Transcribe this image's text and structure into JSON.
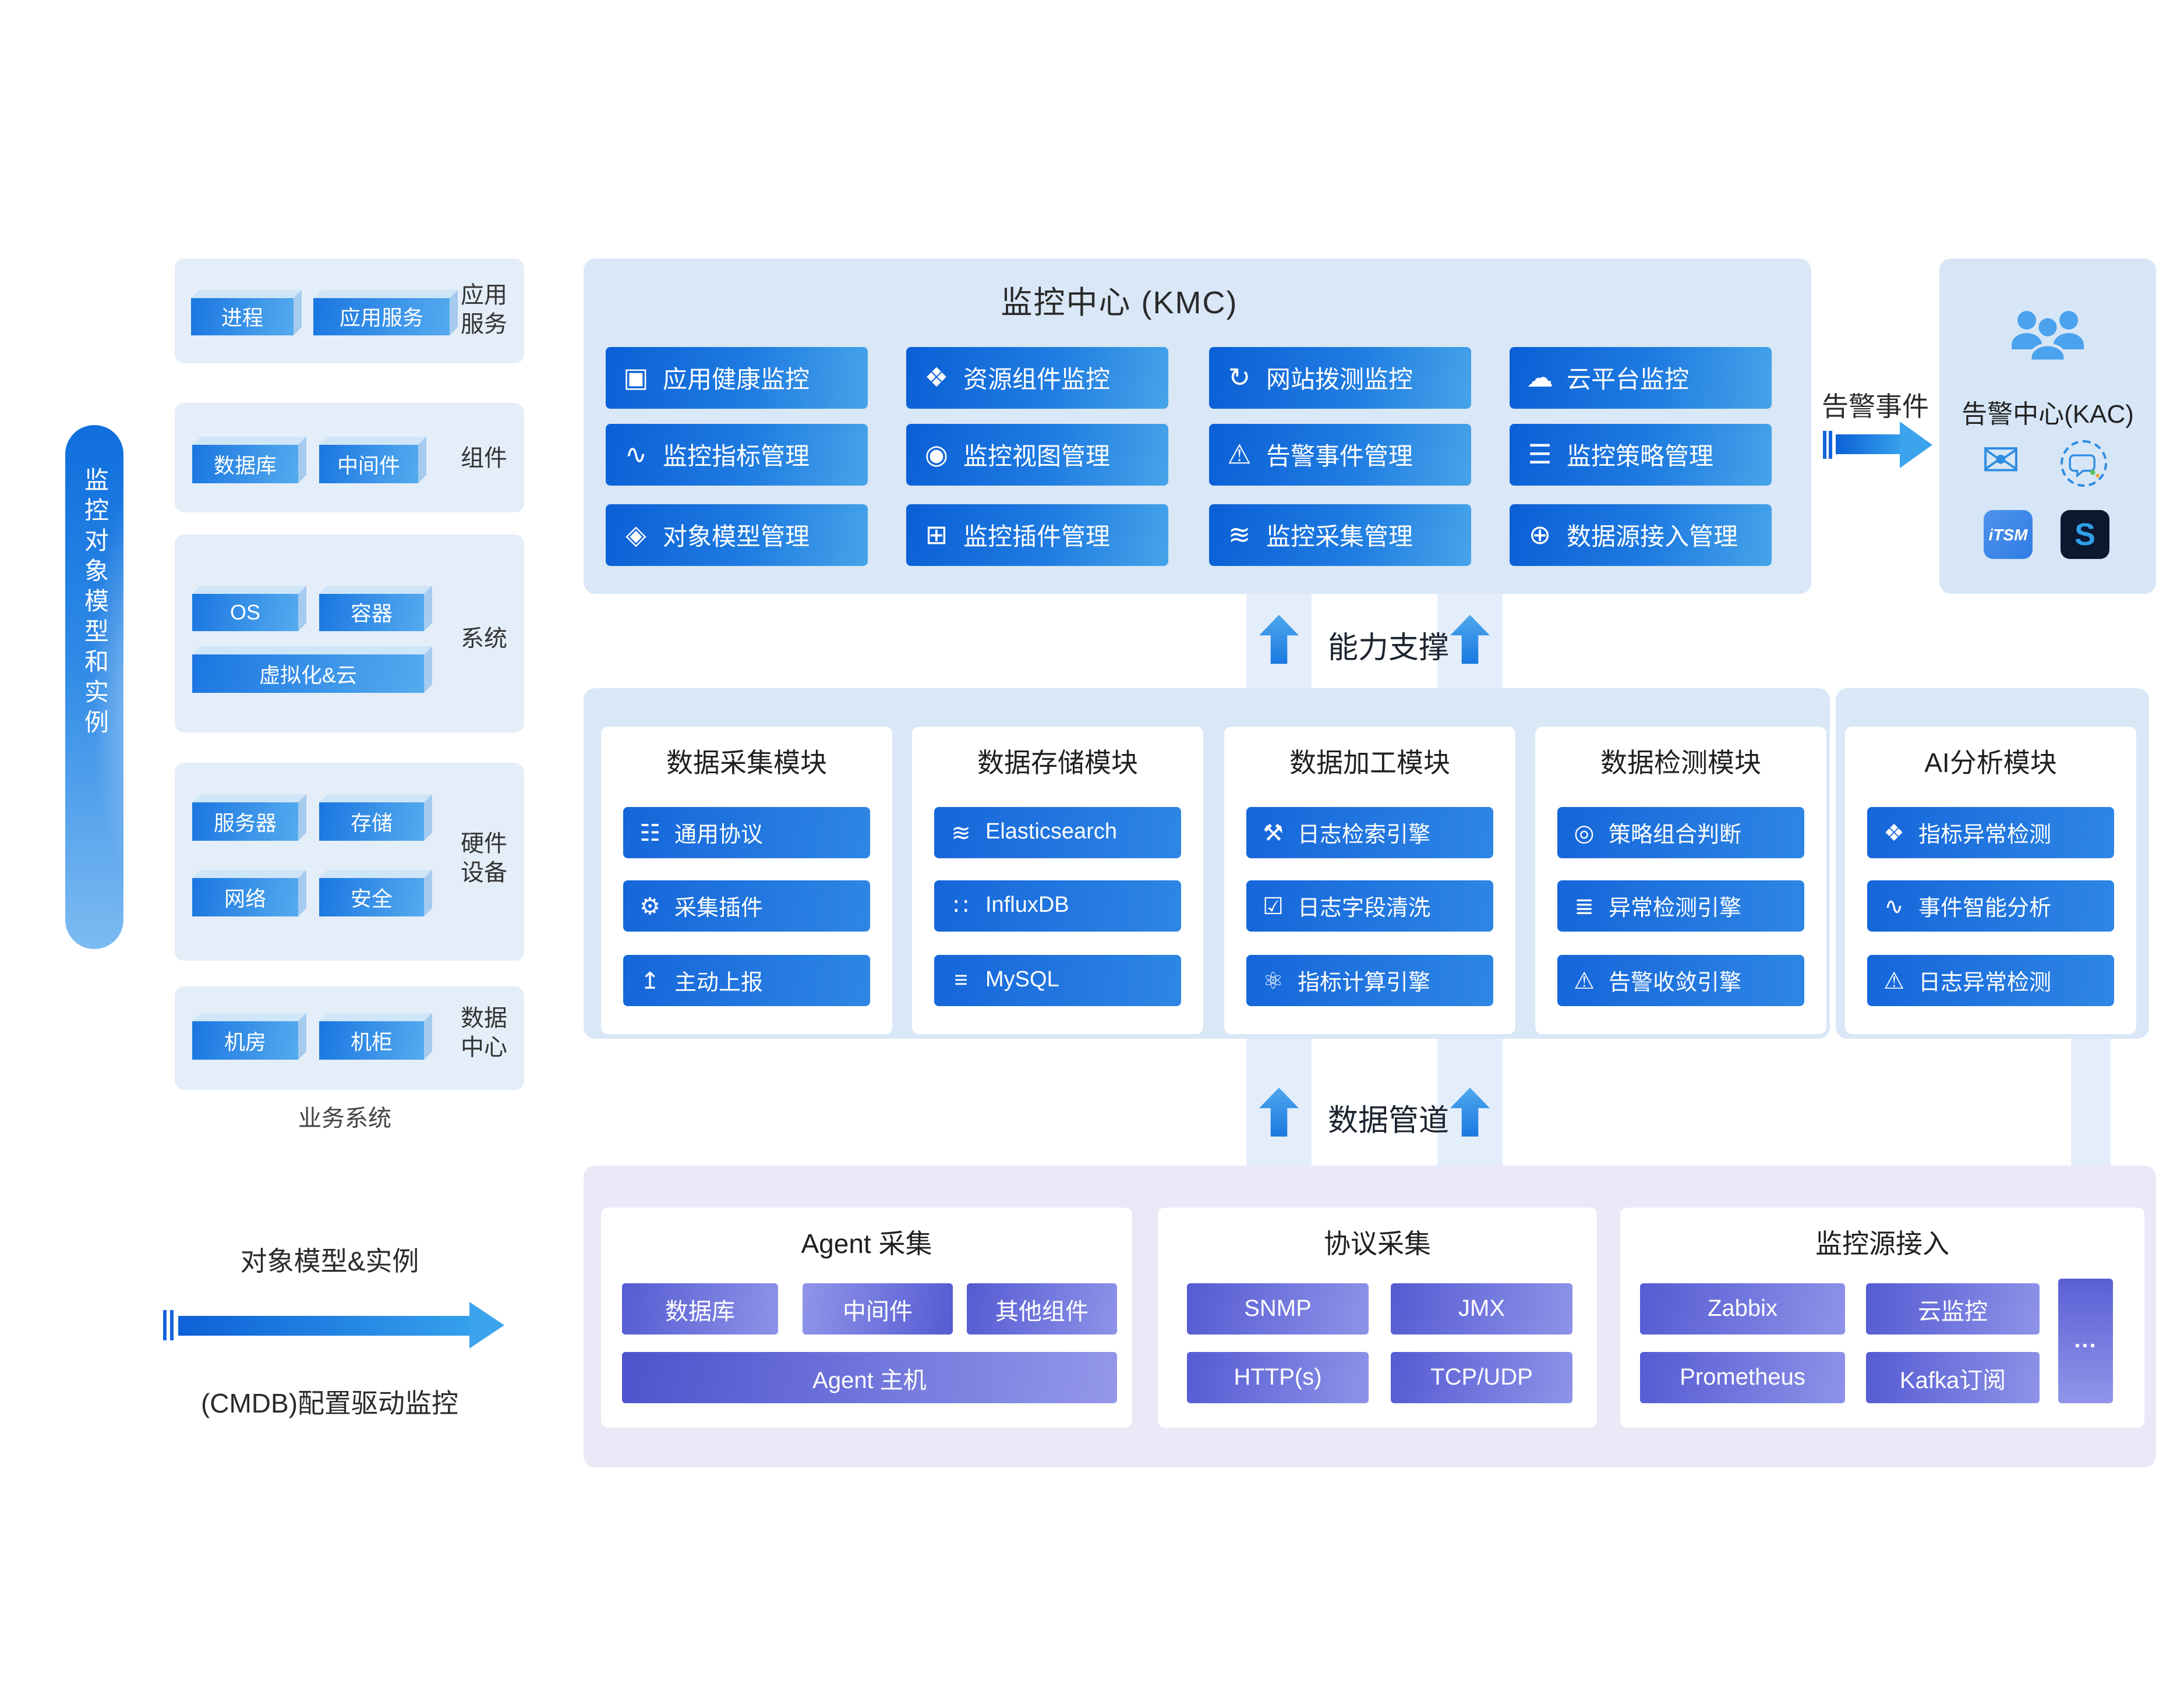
{
  "left": {
    "ribbon_label": "监控对象模型和实例",
    "groups": [
      {
        "label": "应用\n服务",
        "items": [
          "进程",
          "应用服务"
        ]
      },
      {
        "label": "组件",
        "items": [
          "数据库",
          "中间件"
        ]
      },
      {
        "label": "系统",
        "items": [
          "OS",
          "容器",
          "虚拟化&云"
        ]
      },
      {
        "label": "硬件\n设备",
        "items": [
          "服务器",
          "存储",
          "网络",
          "安全"
        ]
      },
      {
        "label": "数据\n中心",
        "items": [
          "机房",
          "机柜"
        ]
      }
    ],
    "footer": "业务系统",
    "model_arrow_title": "对象模型&实例",
    "model_arrow_caption": "(CMDB)配置驱动监控"
  },
  "kmc": {
    "title": "监控中心 (KMC)",
    "buttons": [
      {
        "label": "应用健康监控",
        "icon": "app-monitor"
      },
      {
        "label": "资源组件监控",
        "icon": "components"
      },
      {
        "label": "网站拨测监控",
        "icon": "refresh"
      },
      {
        "label": "云平台监控",
        "icon": "cloud"
      },
      {
        "label": "监控指标管理",
        "icon": "metric-wave"
      },
      {
        "label": "监控视图管理",
        "icon": "view-share"
      },
      {
        "label": "告警事件管理",
        "icon": "alarm-siren"
      },
      {
        "label": "监控策略管理",
        "icon": "strategy-list"
      },
      {
        "label": "对象模型管理",
        "icon": "cube"
      },
      {
        "label": "监控插件管理",
        "icon": "plugin-grid"
      },
      {
        "label": "监控采集管理",
        "icon": "layer-stack"
      },
      {
        "label": "数据源接入管理",
        "icon": "circle-up"
      }
    ]
  },
  "alarm_event_label": "告警事件",
  "kac": {
    "title": "告警中心(KAC)",
    "users_icon": "users",
    "mail_icon": "mail",
    "chat_icon": "chat",
    "itsm_badge": "iTSM",
    "s_badge": "S"
  },
  "capability_label": "能力支撑",
  "pipeline_label": "数据管道",
  "modules": [
    {
      "title": "数据采集模块",
      "buttons": [
        {
          "label": "通用协议",
          "icon": "server-list"
        },
        {
          "label": "采集插件",
          "icon": "gear"
        },
        {
          "label": "主动上报",
          "icon": "up-circle"
        }
      ]
    },
    {
      "title": "数据存储模块",
      "buttons": [
        {
          "label": "Elasticsearch",
          "icon": "layer-stack"
        },
        {
          "label": "InfluxDB",
          "icon": "dots-grid"
        },
        {
          "label": "MySQL",
          "icon": "db-cylinder"
        }
      ]
    },
    {
      "title": "数据加工模块",
      "buttons": [
        {
          "label": "日志检索引擎",
          "icon": "tools"
        },
        {
          "label": "日志字段清洗",
          "icon": "chart-check"
        },
        {
          "label": "指标计算引擎",
          "icon": "node-graph"
        }
      ]
    },
    {
      "title": "数据检测模块",
      "buttons": [
        {
          "label": "策略组合判断",
          "icon": "target"
        },
        {
          "label": "异常检测引擎",
          "icon": "sliders"
        },
        {
          "label": "告警收敛引擎",
          "icon": "warning-triangle"
        }
      ]
    },
    {
      "title": "AI分析模块",
      "buttons": [
        {
          "label": "指标异常检测",
          "icon": "hex-cluster"
        },
        {
          "label": "事件智能分析",
          "icon": "chart-search"
        },
        {
          "label": "日志异常检测",
          "icon": "alarm-siren"
        }
      ]
    }
  ],
  "bottom": {
    "agent": {
      "title": "Agent 采集",
      "items": [
        "数据库",
        "中间件",
        "其他组件"
      ],
      "wide_item": "Agent 主机"
    },
    "protocol": {
      "title": "协议采集",
      "items": [
        "SNMP",
        "JMX",
        "HTTP(s)",
        "TCP/UDP"
      ]
    },
    "sources": {
      "title": "监控源接入",
      "items": [
        "Zabbix",
        "云监控",
        "Prometheus",
        "Kafka订阅"
      ],
      "more": "..."
    }
  },
  "colors": {
    "kmc_button_start": "#0b5fd6",
    "kmc_button_end": "#46a4e9",
    "light_blue_panel": "#d9e7f6",
    "left_panel": "#e4eef9",
    "bottom_band": "#e9e9f7",
    "purple_start": "#555bd2",
    "purple_end": "#8e93e8",
    "arrow_accent": "#2f8fe8",
    "kac_icon_blue": "#4ba2ed",
    "s_badge_bg": "#0c1830"
  }
}
